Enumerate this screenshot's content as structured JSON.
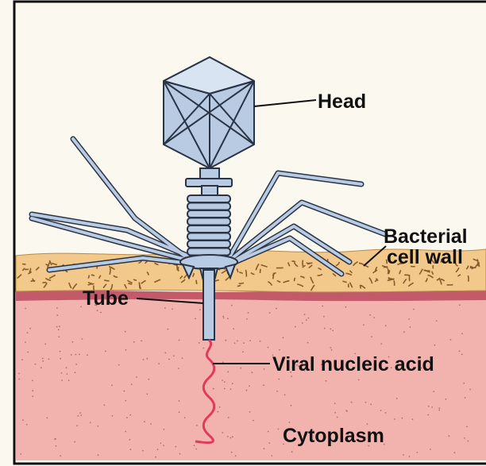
{
  "labels": {
    "head": "Head",
    "bacterial_line1": "Bacterial",
    "bacterial_line2": "cell wall",
    "tube": "Tube",
    "viral_nucleic_acid": "Viral nucleic acid",
    "cytoplasm": "Cytoplasm"
  },
  "colors": {
    "sky": "#fbf8f0",
    "cell_wall": "#f2c98a",
    "cell_wall_flecks": "#8a5a2a",
    "membrane": "#c25a6a",
    "cytoplasm": "#f2b3ae",
    "phage_body": "#b8cbe3",
    "phage_outline": "#2a3447",
    "phage_light": "#d9e4f2",
    "nucleic_acid": "#e23a5c",
    "outline": "#111111"
  }
}
